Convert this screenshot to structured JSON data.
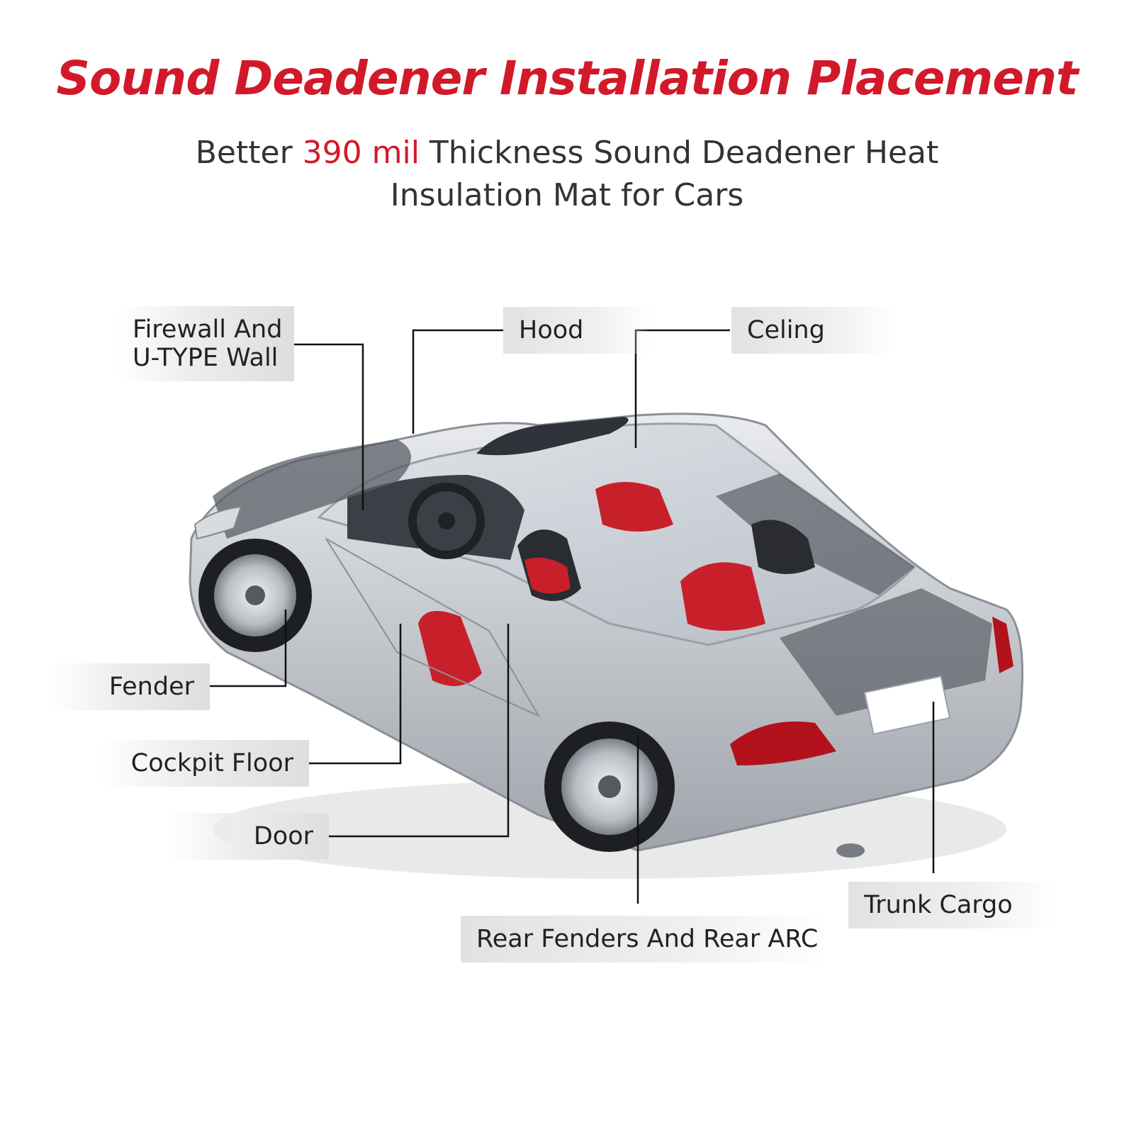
{
  "header": {
    "title": "Sound Deadener Installation Placement",
    "subtitle_pre": "Better ",
    "subtitle_accent": "390 mil",
    "subtitle_post": " Thickness Sound Deadener Heat",
    "subtitle_line2": "Insulation Mat  for Cars"
  },
  "labels": {
    "firewall_line1": "Firewall And",
    "firewall_line2": "U-TYPE Wall",
    "hood": "Hood",
    "ceiling": "Celing",
    "fender": "Fender",
    "cockpit_floor": "Cockpit Floor",
    "door": "Door",
    "rear_fenders": "Rear Fenders And Rear ARC",
    "trunk_cargo": "Trunk Cargo"
  },
  "colors": {
    "accent": "#d2192a",
    "text": "#333333",
    "car_body": "#c9ccd1",
    "seat_red": "#c8202a"
  }
}
